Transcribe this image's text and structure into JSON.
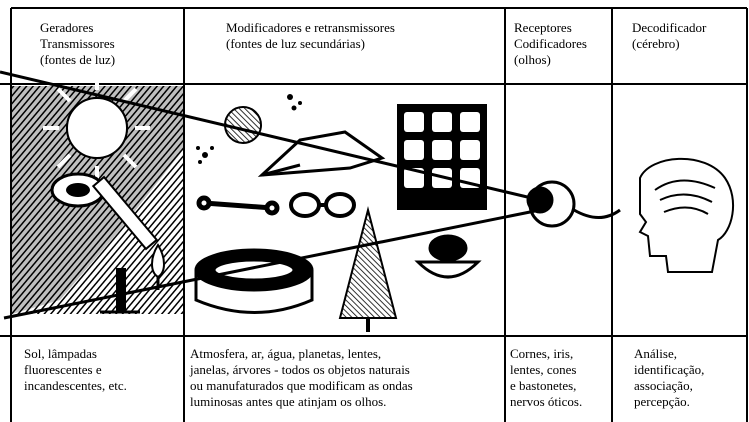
{
  "columns": [
    {
      "header": [
        "Geradores",
        "Transmissores",
        "(fontes de luz)"
      ],
      "caption": [
        "Sol, lâmpadas",
        "fluorescentes e",
        "incandescentes, etc."
      ]
    },
    {
      "header": [
        "Modificadores e retransmissores",
        "(fontes de luz secundárias)"
      ],
      "caption": [
        "Atmosfera, ar, água, planetas, lentes,",
        "janelas, árvores - todos os objetos naturais",
        "ou manufaturados que modificam as ondas",
        "luminosas antes que atinjam os olhos."
      ]
    },
    {
      "header": [
        "Receptores",
        "Codificadores",
        "(olhos)"
      ],
      "caption": [
        "Cornes, iris,",
        "lentes, cones",
        "e bastonetes,",
        "nervos óticos."
      ]
    },
    {
      "header": [
        "Decodificador",
        "(cérebro)"
      ],
      "caption": [
        "Análise,",
        "identificação,",
        "associação,",
        "percepção."
      ]
    }
  ],
  "icons": [
    "sun-icon",
    "fluorescent-lamp-icon",
    "light-bulb-icon",
    "moon-icon",
    "house-icon",
    "window-icon",
    "glasses-icon",
    "lens-icon",
    "bone-icon",
    "pool-icon",
    "tree-icon",
    "bowl-icon",
    "eye-icon",
    "head-icon"
  ]
}
